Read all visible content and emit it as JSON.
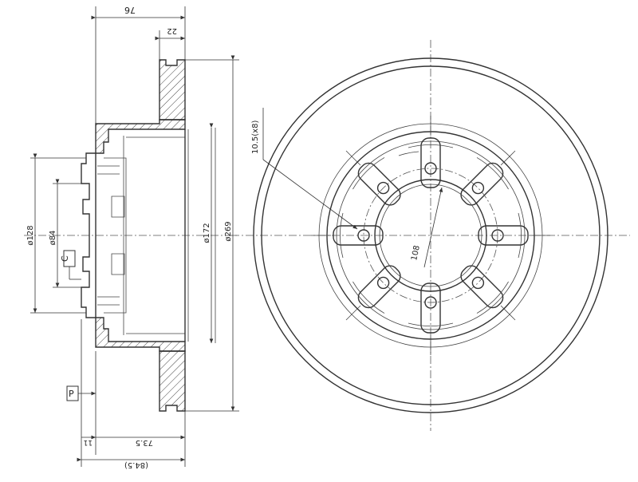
{
  "side_view": {
    "dim_top_width": "76",
    "dim_top_small": "22",
    "dim_bottom_735": "73.5",
    "dim_bottom_11": "11",
    "dim_bottom_845": "(84.5)",
    "dia_128": "ø128",
    "dia_84": "ø84",
    "dia_172": "ø172",
    "dia_269": "ø269",
    "label_c": "C",
    "label_p": "P"
  },
  "front_view": {
    "bolt_hole_label": "10.5(x8)",
    "pcd_label": "108"
  }
}
